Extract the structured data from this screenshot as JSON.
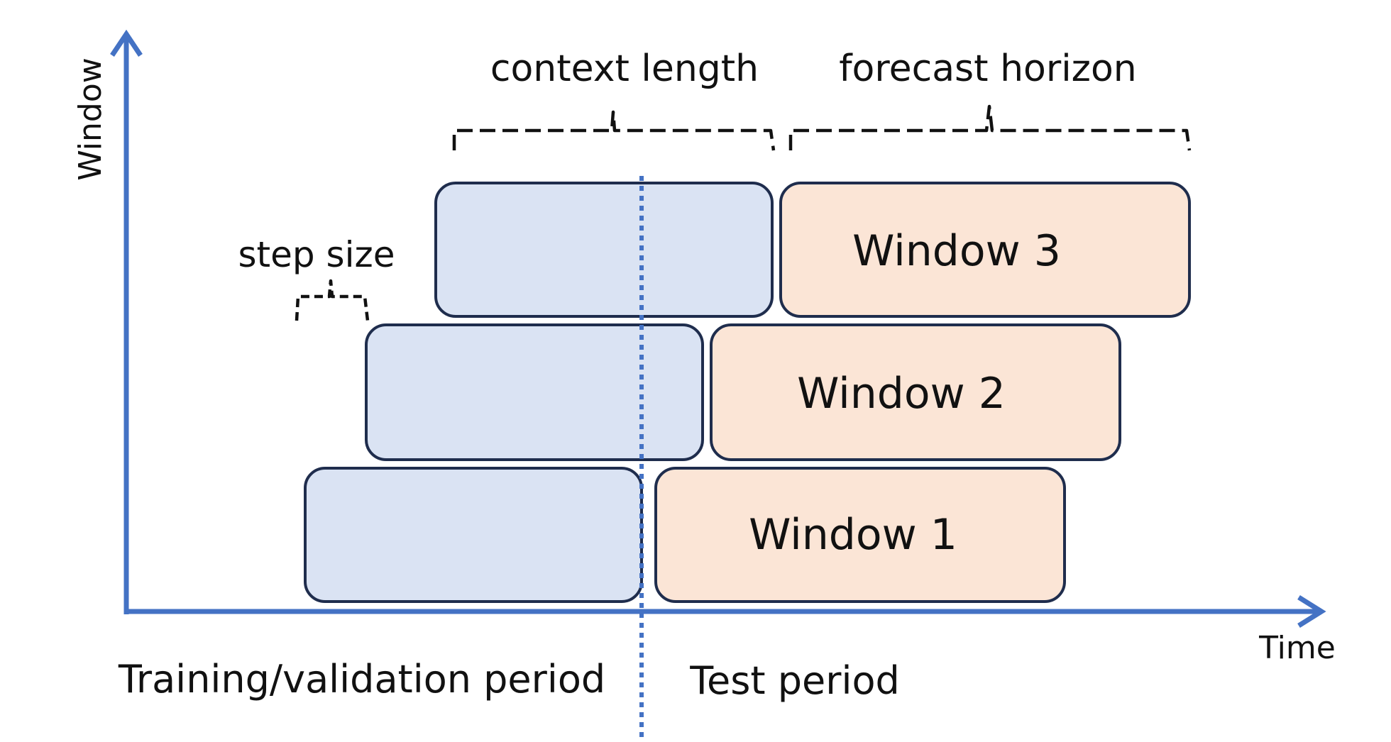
{
  "labels": {
    "y_axis": "Window",
    "x_axis": "Time",
    "context_length": "context length",
    "forecast_horizon": "forecast horizon",
    "step_size": "step size",
    "training_period": "Training/validation period",
    "test_period": "Test period"
  },
  "windows": [
    {
      "label": "Window 1"
    },
    {
      "label": "Window 2"
    },
    {
      "label": "Window 3"
    }
  ],
  "colors": {
    "axis": "#4472c4",
    "context_fill": "#dae3f3",
    "forecast_fill": "#fbe5d6",
    "box_stroke": "#1f2d4d",
    "split_line": "#4472c4"
  }
}
